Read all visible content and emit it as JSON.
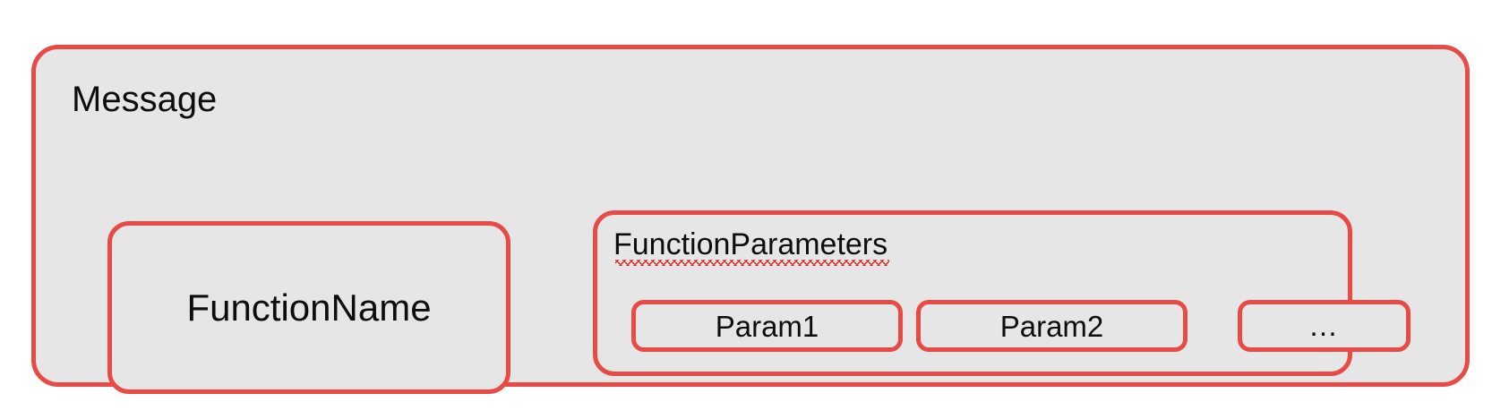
{
  "diagram": {
    "type": "nested-box-structure",
    "background_color": "#ffffff",
    "box_fill_color": "#e6e6e6",
    "box_border_color": "#e84a46",
    "text_color": "#0d0d0d",
    "spellcheck_underline_color": "#e03030"
  },
  "message": {
    "label": "Message",
    "function_name": {
      "label": "FunctionName"
    },
    "function_parameters": {
      "label": "FunctionParameters",
      "has_spellcheck_underline": true,
      "params": [
        {
          "label": "Param1"
        },
        {
          "label": "Param2"
        },
        {
          "label": "…"
        }
      ]
    }
  }
}
